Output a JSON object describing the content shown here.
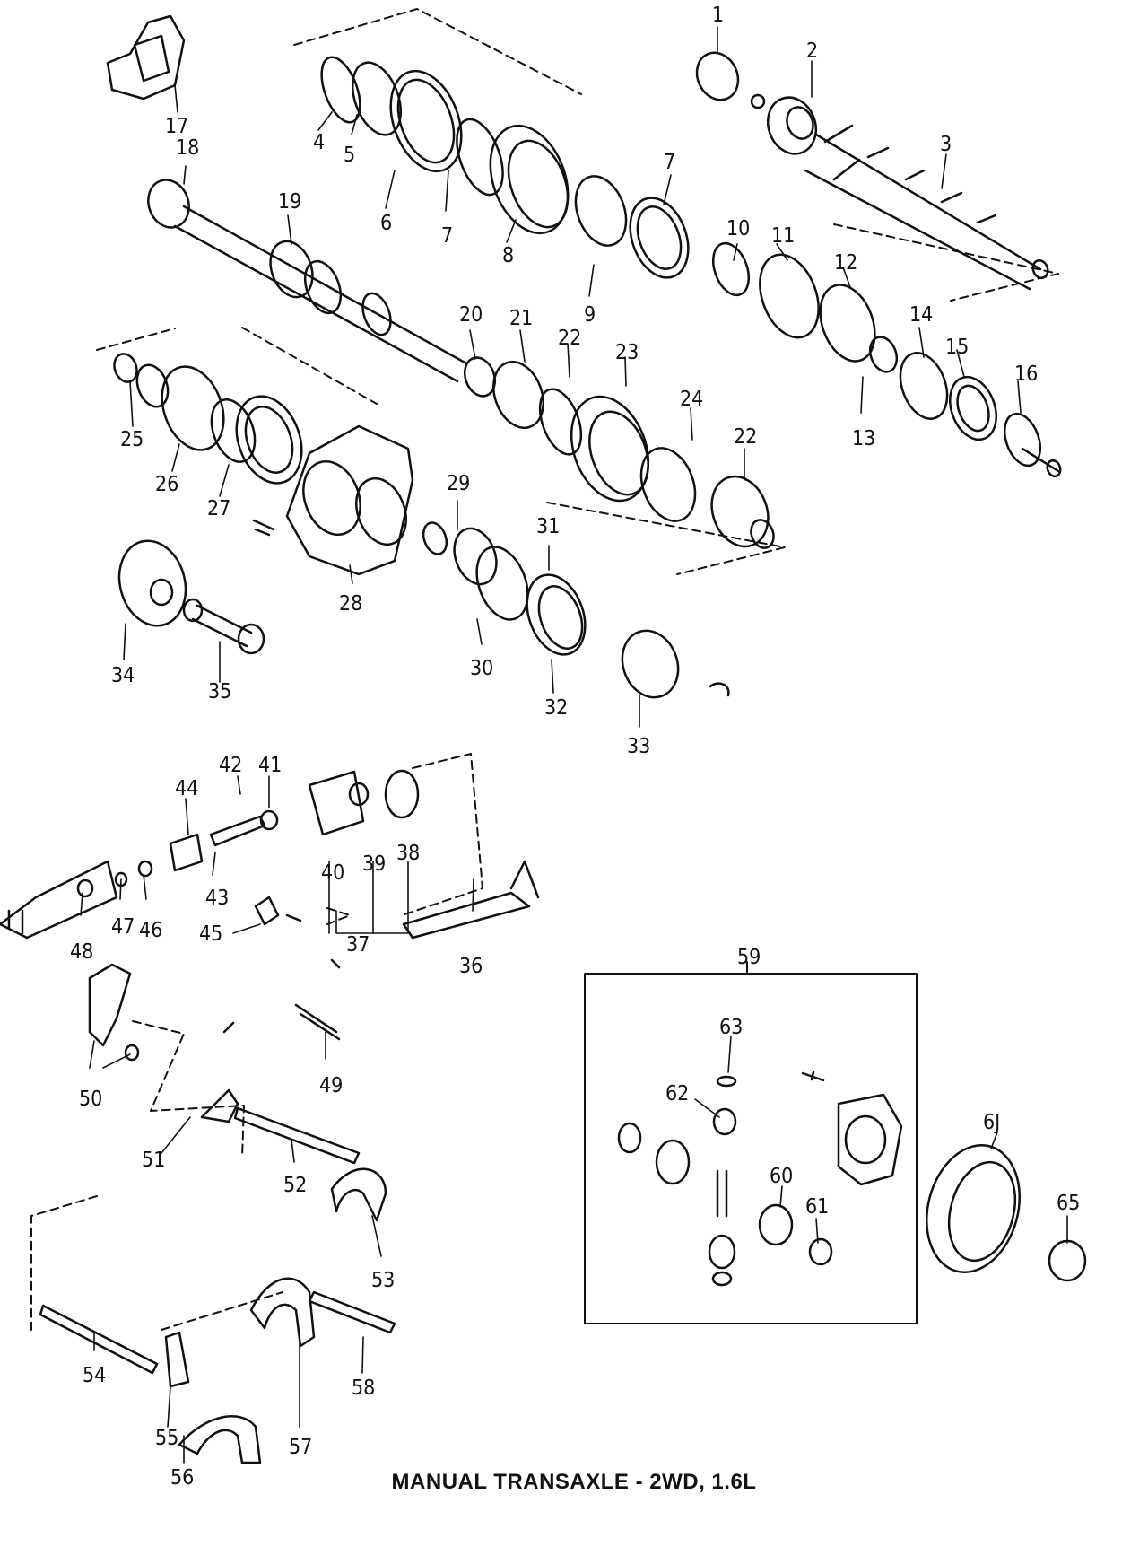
{
  "caption": "MANUAL TRANSAXLE - 2WD, 1.6L",
  "ink_color": "#111111",
  "paper_color": "#ffffff",
  "callouts": [
    "1",
    "2",
    "3",
    "4",
    "5",
    "6",
    "7",
    "7",
    "8",
    "9",
    "10",
    "11",
    "12",
    "13",
    "14",
    "15",
    "16",
    "17",
    "18",
    "19",
    "20",
    "21",
    "22",
    "22",
    "23",
    "24",
    "25",
    "26",
    "27",
    "28",
    "29",
    "30",
    "31",
    "32",
    "33",
    "34",
    "35",
    "36",
    "37",
    "38",
    "39",
    "40",
    "41",
    "42",
    "43",
    "44",
    "45",
    "46",
    "47",
    "48",
    "49",
    "50",
    "51",
    "52",
    "53",
    "54",
    "55",
    "56",
    "57",
    "58",
    "59",
    "60",
    "61",
    "62",
    "63",
    "6J",
    "65"
  ]
}
